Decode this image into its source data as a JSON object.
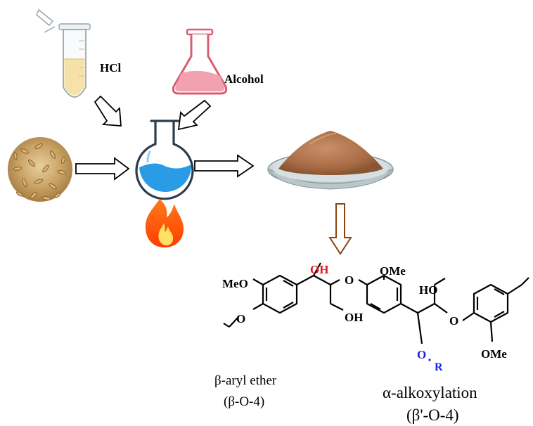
{
  "reagents": {
    "acid": "HCl",
    "solvent": "Alcohol"
  },
  "structure": {
    "labels": {
      "meo_left": "MeO",
      "o_left": "O",
      "oh_alpha": "OH",
      "o_beta": "O",
      "oh_gamma": "OH",
      "ome_top": "OMe",
      "ho_right": "HO",
      "o_right": "O",
      "ome_bottom": "OMe",
      "o_alkoxy": "O",
      "r_group": "R"
    },
    "highlight_colors": {
      "hydroxyl": "#e8141e",
      "alkoxy": "#1a22d8"
    }
  },
  "captions": {
    "beta_aryl_line1": "β-aryl ether",
    "beta_aryl_line2": "(β-O-4)",
    "alpha_line1": "α-alkoxylation",
    "alpha_line2": "(β'-O-4)"
  },
  "icons": [
    "test-tube-icon",
    "erlenmeyer-flask-icon",
    "round-bottom-flask-icon",
    "flame-icon",
    "biomass-pile-icon",
    "lignin-powder-dish-icon"
  ]
}
